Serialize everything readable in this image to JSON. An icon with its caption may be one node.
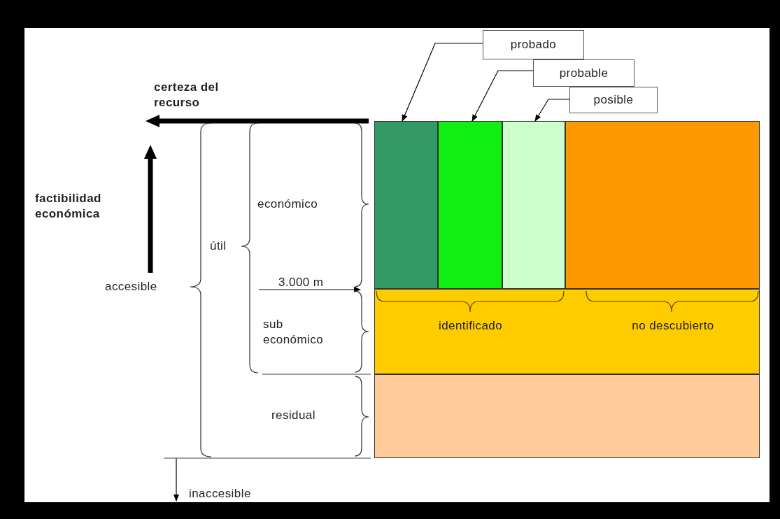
{
  "diagram": {
    "nodes": [
      {
        "text": [
          "probado"
        ]
      },
      {
        "text": [
          "probable"
        ]
      },
      {
        "text": [
          "posible"
        ]
      },
      {
        "text": [],
        "shape": "box"
      },
      {
        "text": [],
        "shape": "box"
      },
      {
        "text": [],
        "shape": "box"
      },
      {
        "text": [],
        "shape": "box"
      },
      {
        "text": [],
        "shape": "box"
      },
      {
        "text": [],
        "shape": "box"
      }
    ],
    "edges": [
      {
        "from": 0,
        "to": 3,
        "arrow": "to"
      },
      {
        "from": 1,
        "to": 4,
        "arrow": "to"
      },
      {
        "from": 2,
        "to": 5,
        "arrow": "to"
      }
    ],
    "labels": [
      "certeza del recurso",
      "factibilidad económica",
      "económico",
      "útil",
      "accesible",
      "3.000 m",
      "sub económico",
      "identificado",
      "no descubierto",
      "residual",
      "inaccesible"
    ]
  }
}
